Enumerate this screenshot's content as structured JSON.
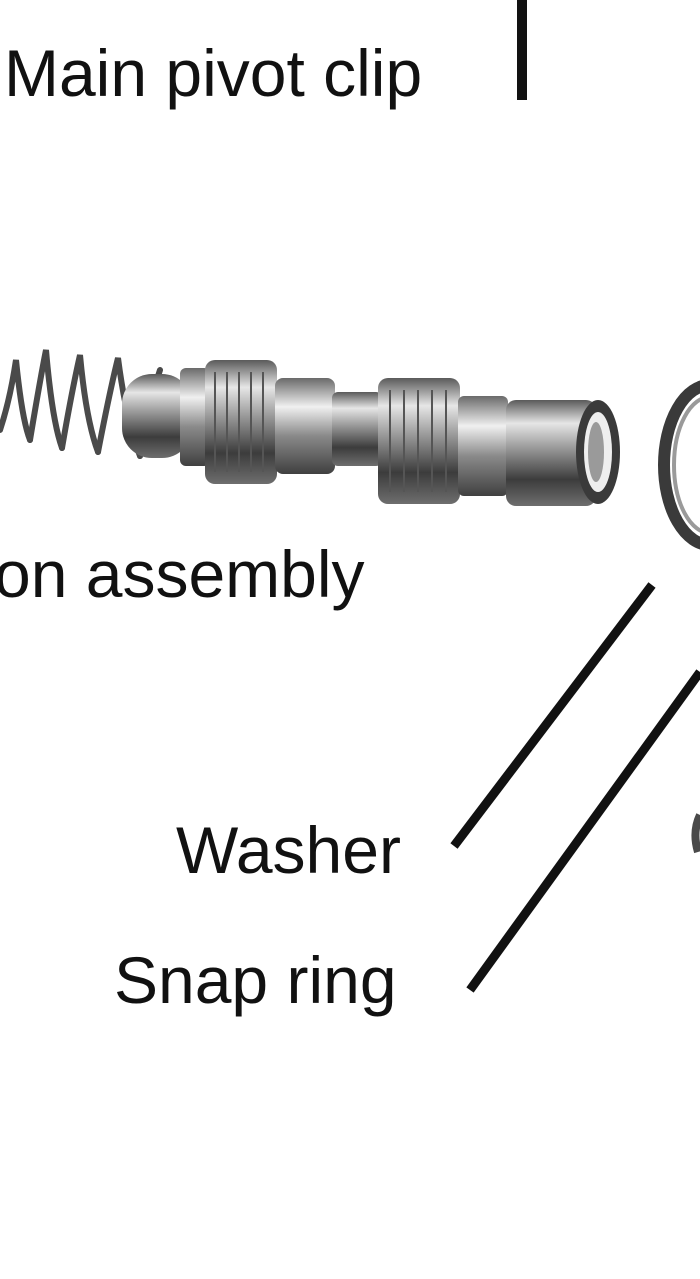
{
  "labels": {
    "main_pivot_clip": "Main pivot clip",
    "piston_assembly": "on assembly",
    "washer": "Washer",
    "snap_ring": "Snap ring"
  },
  "colors": {
    "ink": "#111111",
    "metal_dark": "#4a4a4a",
    "metal_mid": "#8a8a8a",
    "metal_light": "#d8d8d8",
    "background": "#ffffff"
  }
}
